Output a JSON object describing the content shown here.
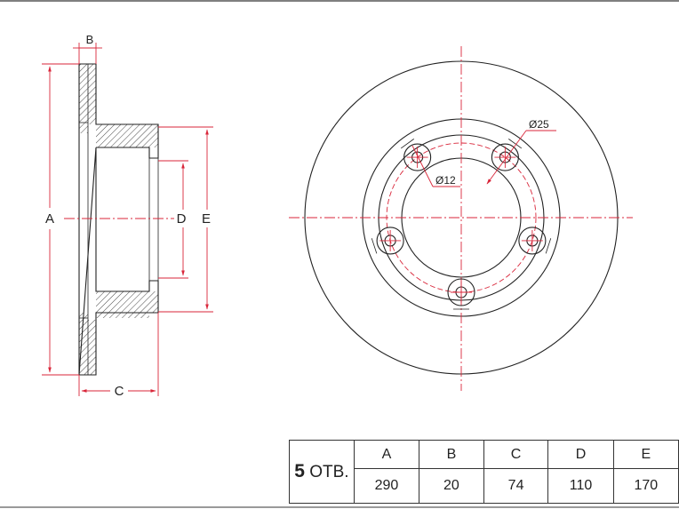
{
  "dimension_labels": {
    "a": "A",
    "b": "B",
    "c": "C",
    "d": "D",
    "e": "E"
  },
  "callouts": {
    "big_hole": "Ø25",
    "small_hole": "Ø12"
  },
  "table": {
    "holes_number": "5",
    "holes_suffix": " ОТВ.",
    "headers": [
      "A",
      "B",
      "C",
      "D",
      "E"
    ],
    "values": [
      "290",
      "20",
      "74",
      "110",
      "170"
    ]
  },
  "colors": {
    "dimension_lines": "#d9263a",
    "outline": "#222222"
  }
}
